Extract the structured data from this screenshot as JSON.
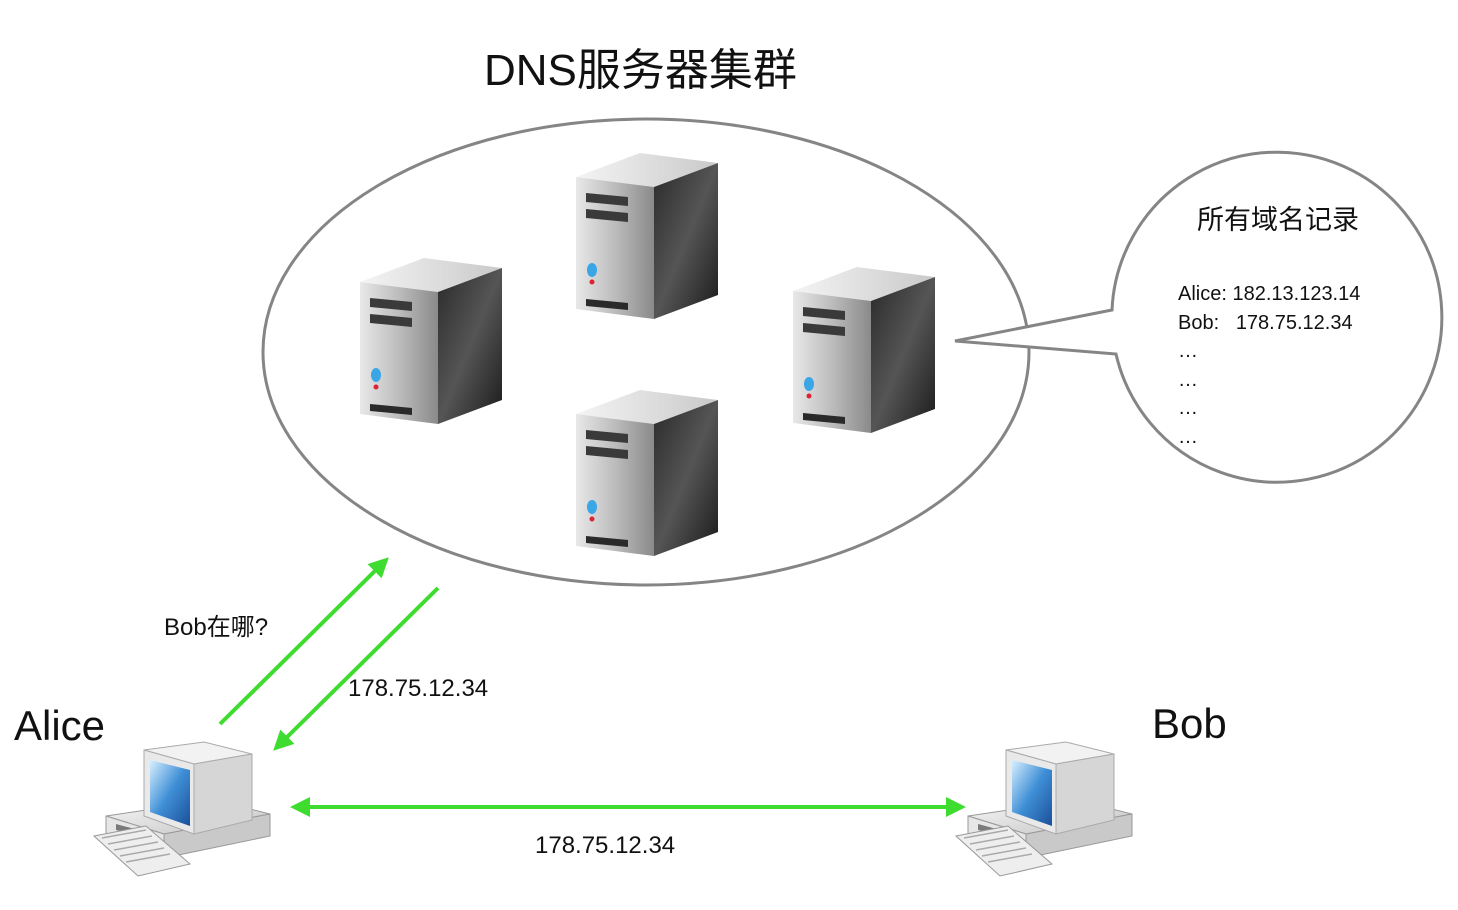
{
  "title": "DNS服务器集群",
  "nodes": {
    "alice": "Alice",
    "bob": "Bob"
  },
  "messages": {
    "query": "Bob在哪?",
    "reply": "178.75.12.34",
    "direct": "178.75.12.34"
  },
  "records_bubble": {
    "title": "所有域名记录",
    "lines": [
      "Alice: 182.13.123.14",
      "Bob:   178.75.12.34",
      "…",
      "…",
      "…",
      "…"
    ]
  },
  "colors": {
    "arrow": "#3ddc2e",
    "outline": "#808080"
  },
  "icons": [
    "server-icon",
    "desktop-computer-icon"
  ]
}
